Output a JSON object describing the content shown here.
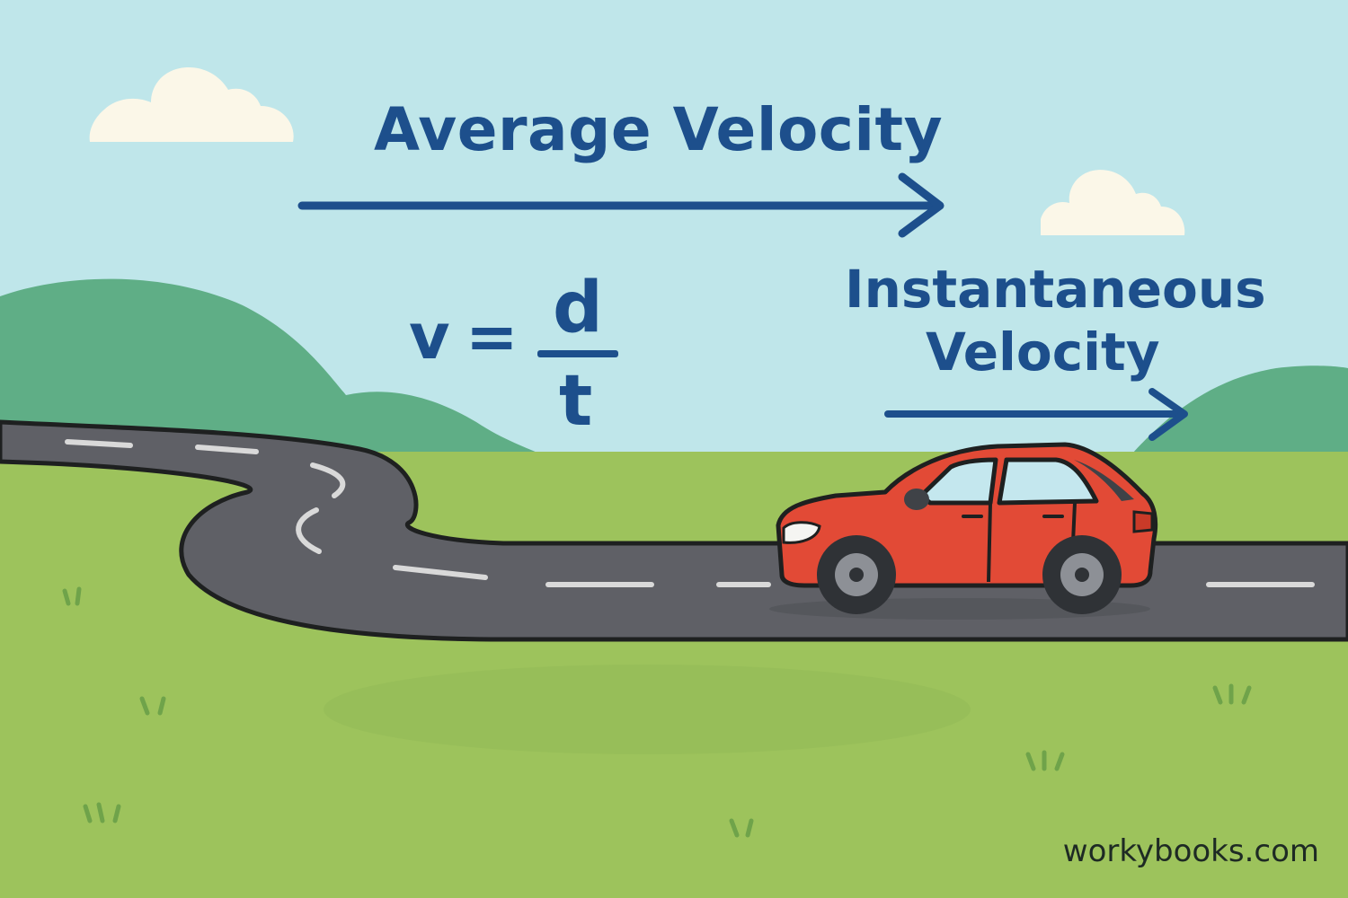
{
  "labels": {
    "average_velocity": "Average Velocity",
    "instantaneous_line1": "Instantaneous",
    "instantaneous_line2": "Velocity"
  },
  "equation": {
    "lhs": "v",
    "equals": "=",
    "numerator": "d",
    "denominator": "t"
  },
  "watermark": "workybooks.com",
  "icons": [
    "cloud-icon",
    "hill-icon",
    "road-icon",
    "car-icon",
    "arrow-right-icon",
    "grass-tuft-icon"
  ],
  "colors": {
    "sky": "#bfe6ea",
    "grass": "#9dc35c",
    "hill": "#5fae86",
    "road": "#5f6066",
    "car_body": "#e24a36",
    "text": "#1d4f8c",
    "cloud": "#fbf7e8"
  }
}
